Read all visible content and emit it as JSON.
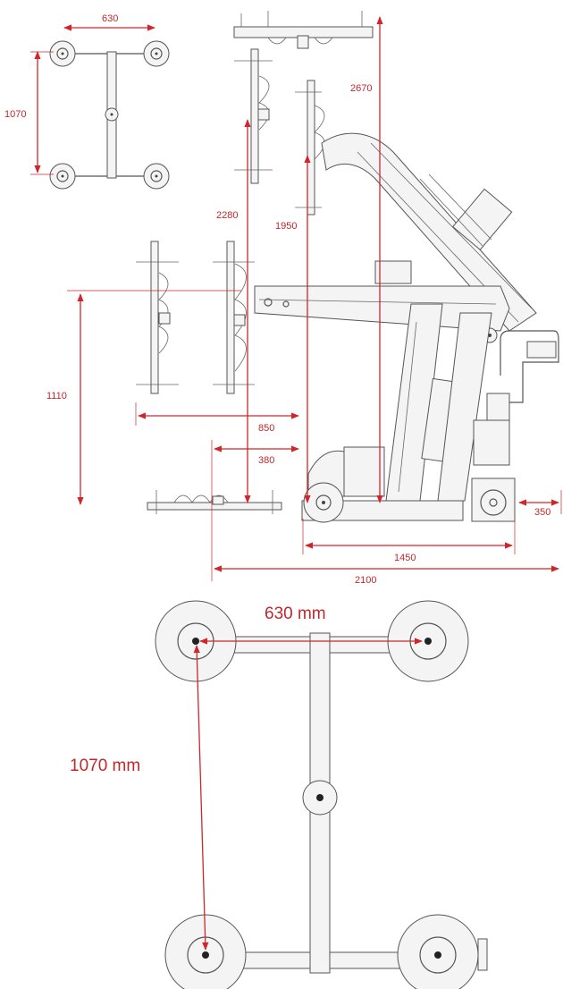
{
  "dimensions": {
    "top_width": "630",
    "top_height": "1070",
    "height_max": "2670",
    "height_2280": "2280",
    "height_1950": "1950",
    "height_1110": "1110",
    "reach_850": "850",
    "reach_380": "380",
    "offset_350": "350",
    "wheelbase": "1450",
    "total_length": "2100",
    "detail_width": "630 mm",
    "detail_height": "1070 mm"
  },
  "colors": {
    "dimension": "#d0262b",
    "drawing": "#555555"
  }
}
